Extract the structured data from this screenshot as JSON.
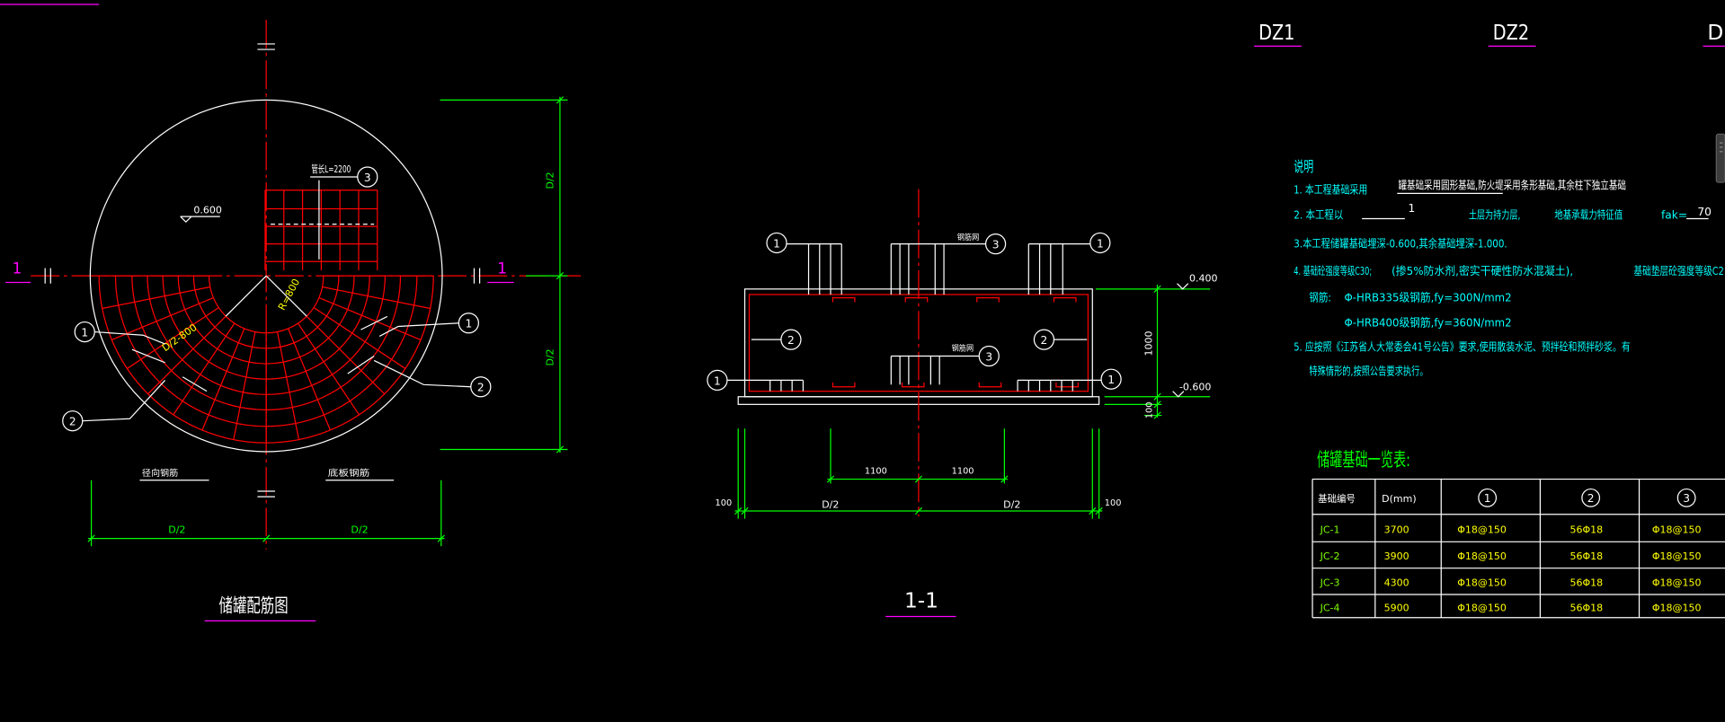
{
  "colors": {
    "background": "#000000",
    "red": "#ff0000",
    "white": "#ffffff",
    "green": "#00ff00",
    "cyan": "#00ffff",
    "magenta": "#ff00ff",
    "yellow": "#ffff00",
    "lime": "#7fff00"
  },
  "plan": {
    "title": "储罐配筋图",
    "section_left": "1",
    "section_right": "1",
    "elevation": "0.600",
    "pipe_length": "管长L=2200",
    "radius": "R=800",
    "diameter": "D/2-800",
    "dim_right_top": "D/2",
    "dim_right_bottom": "D/2",
    "dim_bottom_left": "D/2",
    "dim_bottom_right": "D/2",
    "label_left": "径向钢筋",
    "label_right": "底板钢筋",
    "callout_pipe": "3",
    "callout_left_upper": "1",
    "callout_left_lower": "2",
    "callout_right_upper": "1",
    "callout_right_lower": "2"
  },
  "section": {
    "title": "1-1",
    "callout_top_left": "1",
    "callout_top_mid": "3",
    "callout_top_right": "1",
    "callout_mid_left": "2",
    "callout_mid_right": "2",
    "callout_mid_center": "3",
    "callout_bottom_left": "1",
    "callout_bottom_right": "1",
    "mesh_top": "钢筋网",
    "mesh_mid": "钢筋网",
    "elev_top": "0.400",
    "elev_bottom": "-0.600",
    "height": "1000",
    "pad": "100",
    "dim_1100_left": "1100",
    "dim_1100_right": "1100",
    "dim_half_left": "D/2",
    "dim_half_right": "D/2",
    "dim_edge_left": "100",
    "dim_edge_right": "100"
  },
  "detail_headers": [
    "DZ1",
    "DZ2",
    "D"
  ],
  "notes": {
    "heading": "说明",
    "line1_prefix": "1. 本工程基础采用",
    "line1_value": "罐基础采用圆形基础,防火堤采用条形基础,其余柱下独立基础",
    "line2_prefix": "2. 本工程以",
    "line2_layer": "1",
    "line2_mid": "土层为持力层,",
    "line2_capacity": "地基承载力特征值",
    "line2_fak": "fak=",
    "line2_fak_value": "70",
    "line3": "3.本工程储罐基础埋深-0.600,其余基础埋深-1.000.",
    "line4_a": "4. 基础砼强度等级C30;",
    "line4_b": "(掺5%防水剂,密实干硬性防水混凝土),",
    "line4_c": "基础垫层砼强度等级C2",
    "line5_label": "钢筋:",
    "line5_a": "Φ-HRB335级钢筋,fy=300N/mm2",
    "line6": "Φ-HRB400级钢筋,fy=360N/mm2",
    "line7": "5. 应按照《江苏省人大常委会41号公告》要求,使用散装水泥、预拌砼和预拌砂浆。有",
    "line8": "特殊情形的,按照公告要求执行。"
  },
  "table": {
    "title": "储罐基础一览表:",
    "headers": [
      "基础编号",
      "D(mm)",
      "1",
      "2",
      "3"
    ],
    "rows": [
      [
        "JC-1",
        "3700",
        "Φ18@150",
        "56Φ18",
        "Φ18@150"
      ],
      [
        "JC-2",
        "3900",
        "Φ18@150",
        "56Φ18",
        "Φ18@150"
      ],
      [
        "JC-3",
        "4300",
        "Φ18@150",
        "56Φ18",
        "Φ18@150"
      ],
      [
        "JC-4",
        "5900",
        "Φ18@150",
        "56Φ18",
        "Φ18@150"
      ]
    ]
  }
}
